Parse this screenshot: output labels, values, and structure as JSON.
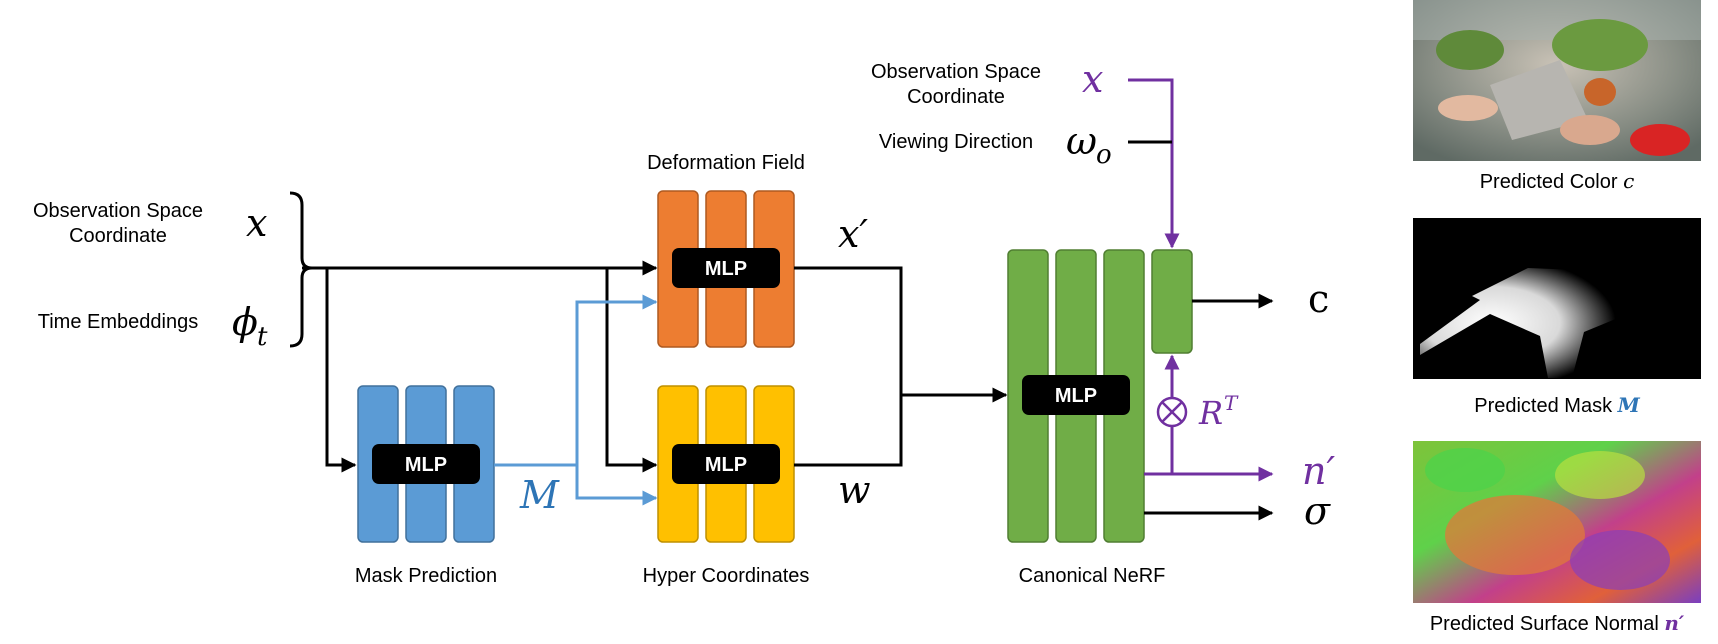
{
  "colors": {
    "mask_block": "#5b9bd5",
    "deform_block": "#ed7d31",
    "hyper_block": "#ffc000",
    "nerf_block": "#70ad47",
    "mask_arrow": "#5b9bd5",
    "normal_purple": "#7030a0",
    "black": "#000000"
  },
  "inputs": {
    "obs_label_line1": "Observation Space",
    "obs_label_line2": "Coordinate",
    "obs_symbol": "x",
    "time_label": "Time Embeddings",
    "time_symbol": "ϕ",
    "time_subscript": "t"
  },
  "top_inputs": {
    "obs_label_line1": "Observation Space",
    "obs_label_line2": "Coordinate",
    "obs_symbol": "x",
    "view_label": "Viewing Direction",
    "view_symbol": "ω",
    "view_subscript": "o"
  },
  "blocks": {
    "mask": {
      "label": "Mask Prediction",
      "mlp": "MLP",
      "output_symbol": "M"
    },
    "deformation": {
      "label": "Deformation Field",
      "mlp": "MLP",
      "output_symbol": "x′"
    },
    "hyper": {
      "label": "Hyper Coordinates",
      "mlp": "MLP",
      "output_symbol": "w"
    },
    "nerf": {
      "label": "Canonical NeRF",
      "mlp": "MLP"
    }
  },
  "outputs": {
    "color_symbol": "c",
    "rotation_base": "R",
    "rotation_sup": "T",
    "otimes": "⊗",
    "normal_symbol": "n′",
    "density_symbol": "σ"
  },
  "thumbnails": [
    {
      "caption": "Predicted Color ",
      "symbol": "c",
      "icon": "color-render-image"
    },
    {
      "caption": "Predicted Mask ",
      "symbol": "M",
      "icon": "mask-render-image"
    },
    {
      "caption": "Predicted Surface Normal ",
      "symbol": "n′",
      "icon": "normal-render-image"
    }
  ]
}
